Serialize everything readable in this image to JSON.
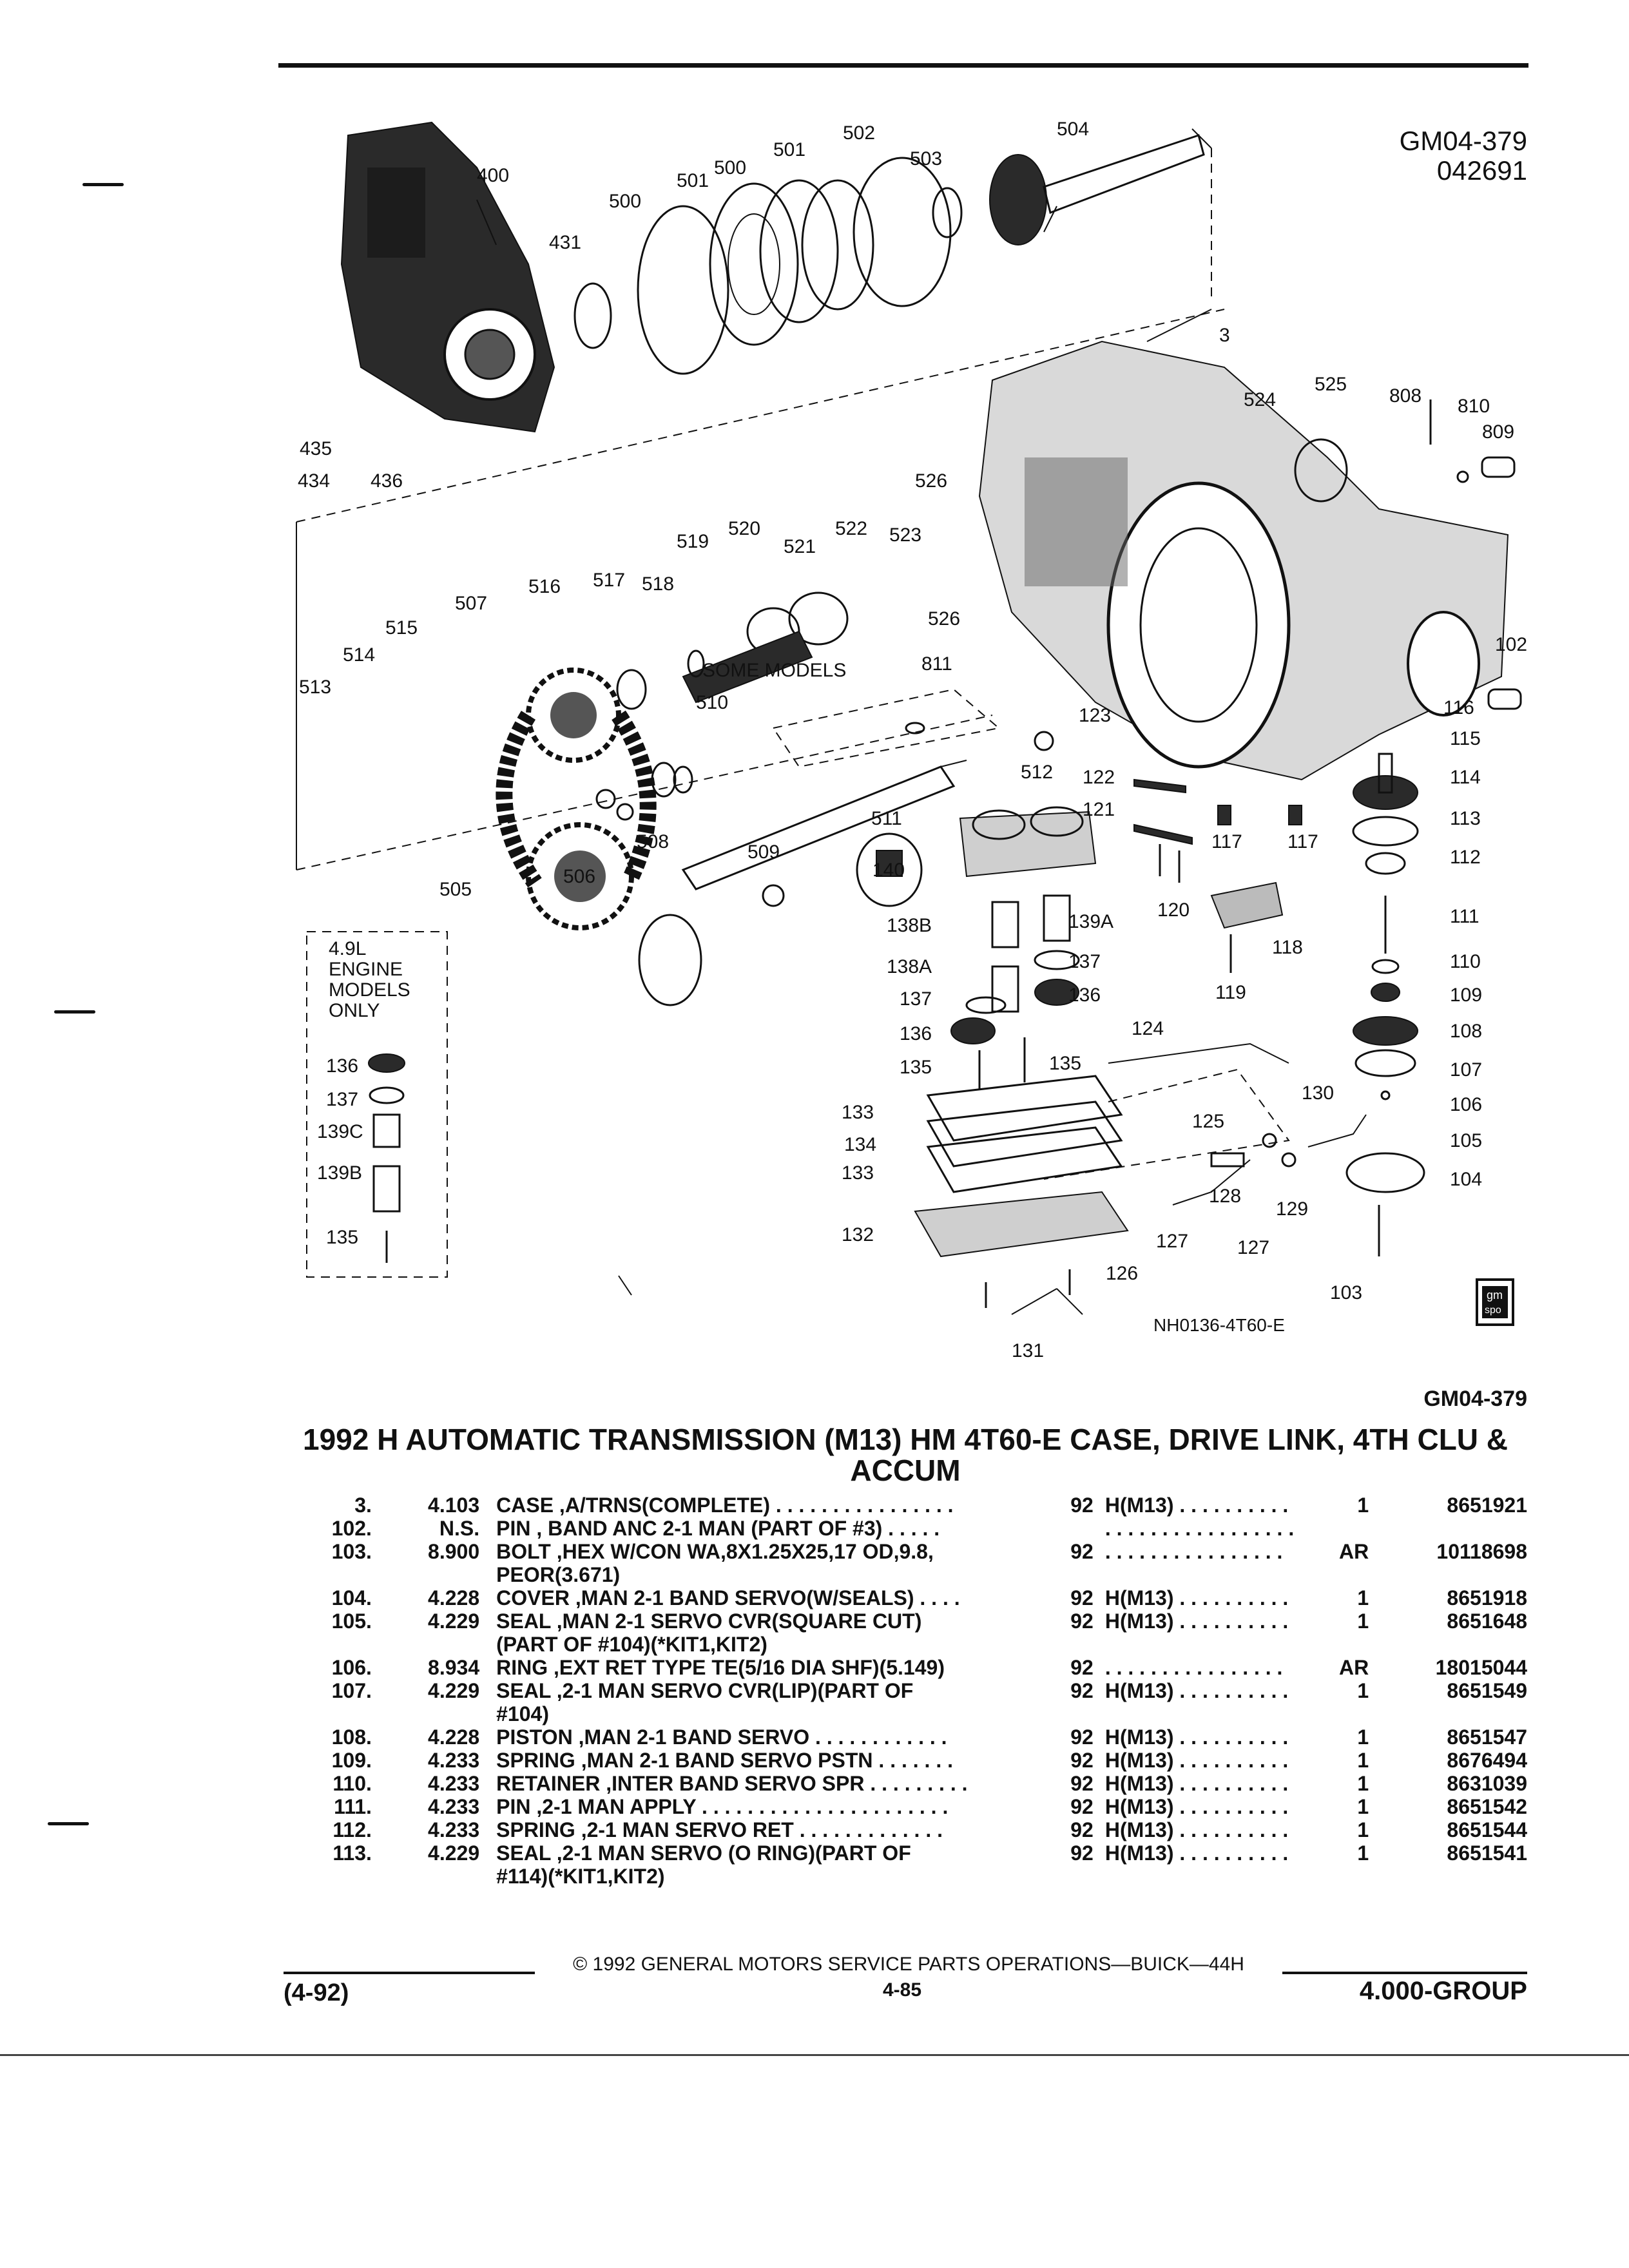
{
  "header": {
    "code": "GM04-379",
    "date_code": "042691"
  },
  "figure": {
    "drawing_code": "NH0136-4T60-E",
    "some_models_label": "SOME MODELS",
    "engine_note": [
      "4.9L",
      "ENGINE",
      "MODELS",
      "ONLY"
    ],
    "logo_text": [
      "gm",
      "spo"
    ],
    "callouts": [
      "400",
      "431",
      "500",
      "501",
      "500",
      "501",
      "502",
      "503",
      "504",
      "3",
      "435",
      "434",
      "436",
      "526",
      "524",
      "525",
      "808",
      "810",
      "809",
      "519",
      "520",
      "521",
      "522",
      "523",
      "517",
      "518",
      "516",
      "507",
      "515",
      "514",
      "513",
      "526",
      "102",
      "811",
      "510",
      "123",
      "116",
      "115",
      "122",
      "114",
      "121",
      "512",
      "117",
      "117",
      "113",
      "112",
      "511",
      "140",
      "120",
      "505",
      "506",
      "508",
      "509",
      "138B",
      "139A",
      "111",
      "118",
      "138A",
      "137",
      "110",
      "137",
      "136",
      "119",
      "109",
      "136",
      "135",
      "124",
      "108",
      "107",
      "136",
      "137",
      "139C",
      "139B",
      "135",
      "133",
      "134",
      "133",
      "132",
      "125",
      "130",
      "106",
      "105",
      "128",
      "129",
      "104",
      "127",
      "127",
      "126",
      "103",
      "131"
    ]
  },
  "section": {
    "code": "GM04-379",
    "title_line1": "1992 H AUTOMATIC TRANSMISSION (M13) HM 4T60-E CASE, DRIVE LINK, 4TH CLU &",
    "title_line2": "ACCUM"
  },
  "parts": [
    {
      "ref": "3.",
      "group": "4.103",
      "desc": "CASE ,A/TRNS(COMPLETE) . . . . . . . . . . . . . . . .",
      "year": "92",
      "app": "H(M13) . . . . . . . . . .",
      "qty": "1",
      "pn": "8651921"
    },
    {
      "ref": "102.",
      "group": "N.S.",
      "desc": "PIN , BAND ANC 2-1 MAN (PART OF #3) . . . . .",
      "year": "",
      "app": ". . . . . . . . . . . . . . . . .",
      "qty": "",
      "pn": ""
    },
    {
      "ref": "103.",
      "group": "8.900",
      "desc": "BOLT ,HEX W/CON WA,8X1.25X25,17 OD,9.8,",
      "desc2": "PEOR(3.671)",
      "year": "92",
      "app": ". . . . . . . . . . . . . . . .",
      "qty": "AR",
      "pn": "10118698"
    },
    {
      "ref": "104.",
      "group": "4.228",
      "desc": "COVER ,MAN 2-1 BAND SERVO(W/SEALS) . . . .",
      "year": "92",
      "app": "H(M13) . . . . . . . . . .",
      "qty": "1",
      "pn": "8651918"
    },
    {
      "ref": "105.",
      "group": "4.229",
      "desc": "SEAL ,MAN 2-1 SERVO CVR(SQUARE CUT)",
      "desc2": "(PART OF #104)(*KIT1,KIT2)",
      "year": "92",
      "app": "H(M13) . . . . . . . . . .",
      "qty": "1",
      "pn": "8651648"
    },
    {
      "ref": "106.",
      "group": "8.934",
      "desc": "RING ,EXT RET TYPE TE(5/16 DIA SHF)(5.149)",
      "year": "92",
      "app": ". . . . . . . . . . . . . . . .",
      "qty": "AR",
      "pn": "18015044"
    },
    {
      "ref": "107.",
      "group": "4.229",
      "desc": "SEAL ,2-1 MAN SERVO CVR(LIP)(PART OF",
      "desc2": "#104)",
      "year": "92",
      "app": "H(M13) . . . . . . . . . .",
      "qty": "1",
      "pn": "8651549"
    },
    {
      "ref": "108.",
      "group": "4.228",
      "desc": "PISTON ,MAN 2-1 BAND SERVO . . . . . . . . . . . .",
      "year": "92",
      "app": "H(M13) . . . . . . . . . .",
      "qty": "1",
      "pn": "8651547"
    },
    {
      "ref": "109.",
      "group": "4.233",
      "desc": "SPRING ,MAN 2-1 BAND SERVO PSTN . . . . . . .",
      "year": "92",
      "app": "H(M13) . . . . . . . . . .",
      "qty": "1",
      "pn": "8676494"
    },
    {
      "ref": "110.",
      "group": "4.233",
      "desc": "RETAINER ,INTER BAND SERVO SPR . . . . . . . . .",
      "year": "92",
      "app": "H(M13) . . . . . . . . . .",
      "qty": "1",
      "pn": "8631039"
    },
    {
      "ref": "111.",
      "group": "4.233",
      "desc": "PIN ,2-1 MAN APPLY . . . . . . . . . . . . . . . . . . . . . .",
      "year": "92",
      "app": "H(M13) . . . . . . . . . .",
      "qty": "1",
      "pn": "8651542"
    },
    {
      "ref": "112.",
      "group": "4.233",
      "desc": "SPRING ,2-1 MAN SERVO RET . . . . . . . . . . . . .",
      "year": "92",
      "app": "H(M13) . . . . . . . . . .",
      "qty": "1",
      "pn": "8651544"
    },
    {
      "ref": "113.",
      "group": "4.229",
      "desc": "SEAL ,2-1 MAN SERVO (O RING)(PART OF",
      "desc2": "#114)(*KIT1,KIT2)",
      "year": "92",
      "app": "H(M13) . . . . . . . . . .",
      "qty": "1",
      "pn": "8651541"
    }
  ],
  "footer": {
    "copyright": "© 1992 GENERAL MOTORS SERVICE PARTS OPERATIONS—BUICK—44H",
    "page": "4-85",
    "date": "(4-92)",
    "group": "4.000-GROUP"
  }
}
